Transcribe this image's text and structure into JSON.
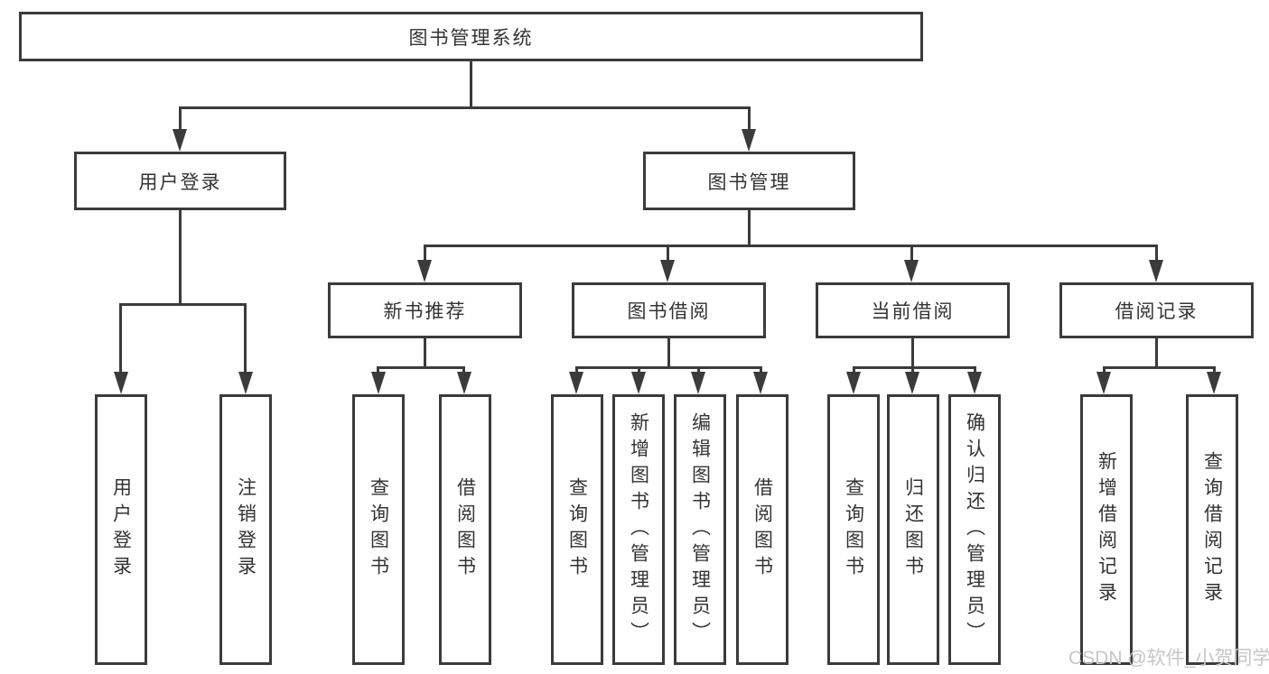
{
  "tree": {
    "root": "图书管理系统",
    "level1": [
      {
        "label": "用户登录",
        "leaves": [
          "用户登录",
          "注销登录"
        ]
      },
      {
        "label": "图书管理",
        "groups": [
          {
            "label": "新书推荐",
            "leaves": [
              "查询图书",
              "借阅图书"
            ]
          },
          {
            "label": "图书借阅",
            "leaves": [
              "查询图书",
              "新增图书（管理员）",
              "编辑图书（管理员）",
              "借阅图书"
            ]
          },
          {
            "label": "当前借阅",
            "leaves": [
              "查询图书",
              "归还图书",
              "确认归还（管理员）"
            ]
          },
          {
            "label": "借阅记录",
            "leaves": [
              "新增借阅记录",
              "查询借阅记录"
            ]
          }
        ]
      }
    ]
  },
  "watermark": "CSDN @软件_小贺同学",
  "colors": {
    "line": "#3b3b3b",
    "text": "#333333",
    "watermark": "#c6c6c6",
    "background": "#ffffff"
  }
}
